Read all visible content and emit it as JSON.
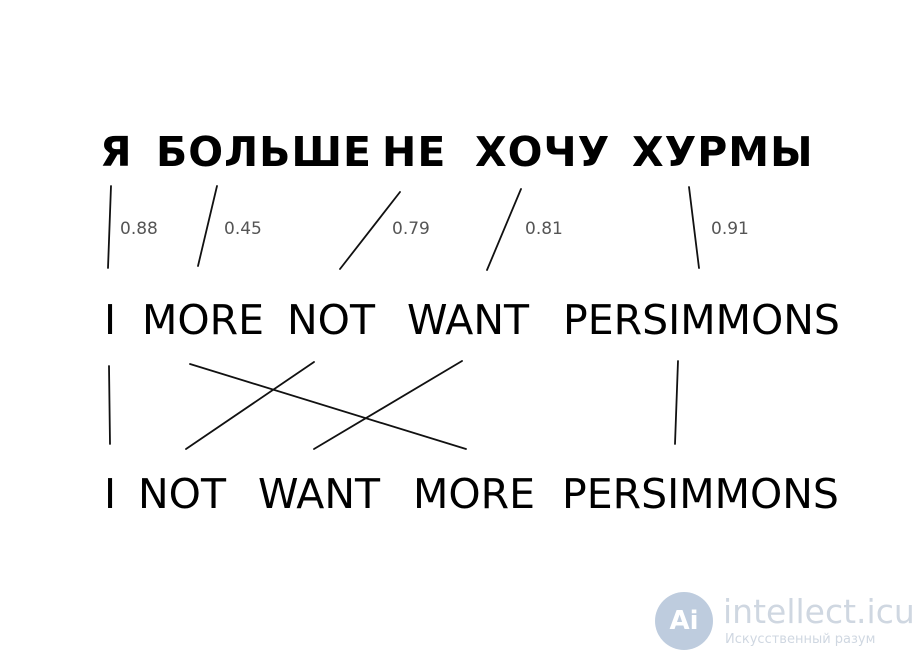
{
  "russian_row": {
    "words": [
      "Я",
      "БОЛЬШЕ",
      "НЕ",
      "ХОЧУ",
      "ХУРМЫ"
    ]
  },
  "literal_row": {
    "words": [
      "I",
      "MORE",
      "NOT",
      "WANT",
      "PERSIMMONS"
    ]
  },
  "reordered_row": {
    "words": [
      "I",
      "NOT",
      "WANT",
      "MORE",
      "PERSIMMONS"
    ]
  },
  "alignment_scores": [
    "0.88",
    "0.45",
    "0.79",
    "0.81",
    "0.91"
  ],
  "watermark": {
    "logo_text": "Ai",
    "site": "intellect.icu",
    "tagline": "Искусственный разум"
  }
}
